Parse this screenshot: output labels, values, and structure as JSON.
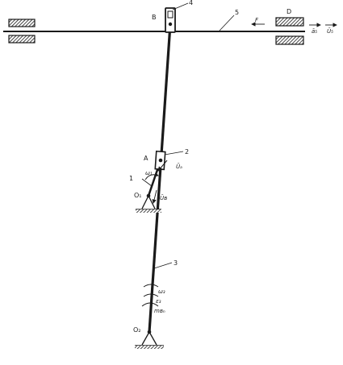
{
  "labels": {
    "point_b": "B",
    "point_d": "D",
    "point_a": "A",
    "point_o1": "O₁",
    "point_o2": "O₂",
    "link_1": "1",
    "link_2": "2",
    "link_3": "3",
    "link_4": "4",
    "link_5": "5",
    "omega_1": "ω₁",
    "v_a": "Ūₐ",
    "v_b": "Ūʙ",
    "omega_3": "ω₃",
    "epsilon_3": "ε₃",
    "m_bn": "mʙₙ",
    "force_f": "F",
    "a_5": "ā₅",
    "v_5": "Ū₅"
  },
  "colors": {
    "ink": "#1a1a1a",
    "paper": "#ffffff"
  }
}
